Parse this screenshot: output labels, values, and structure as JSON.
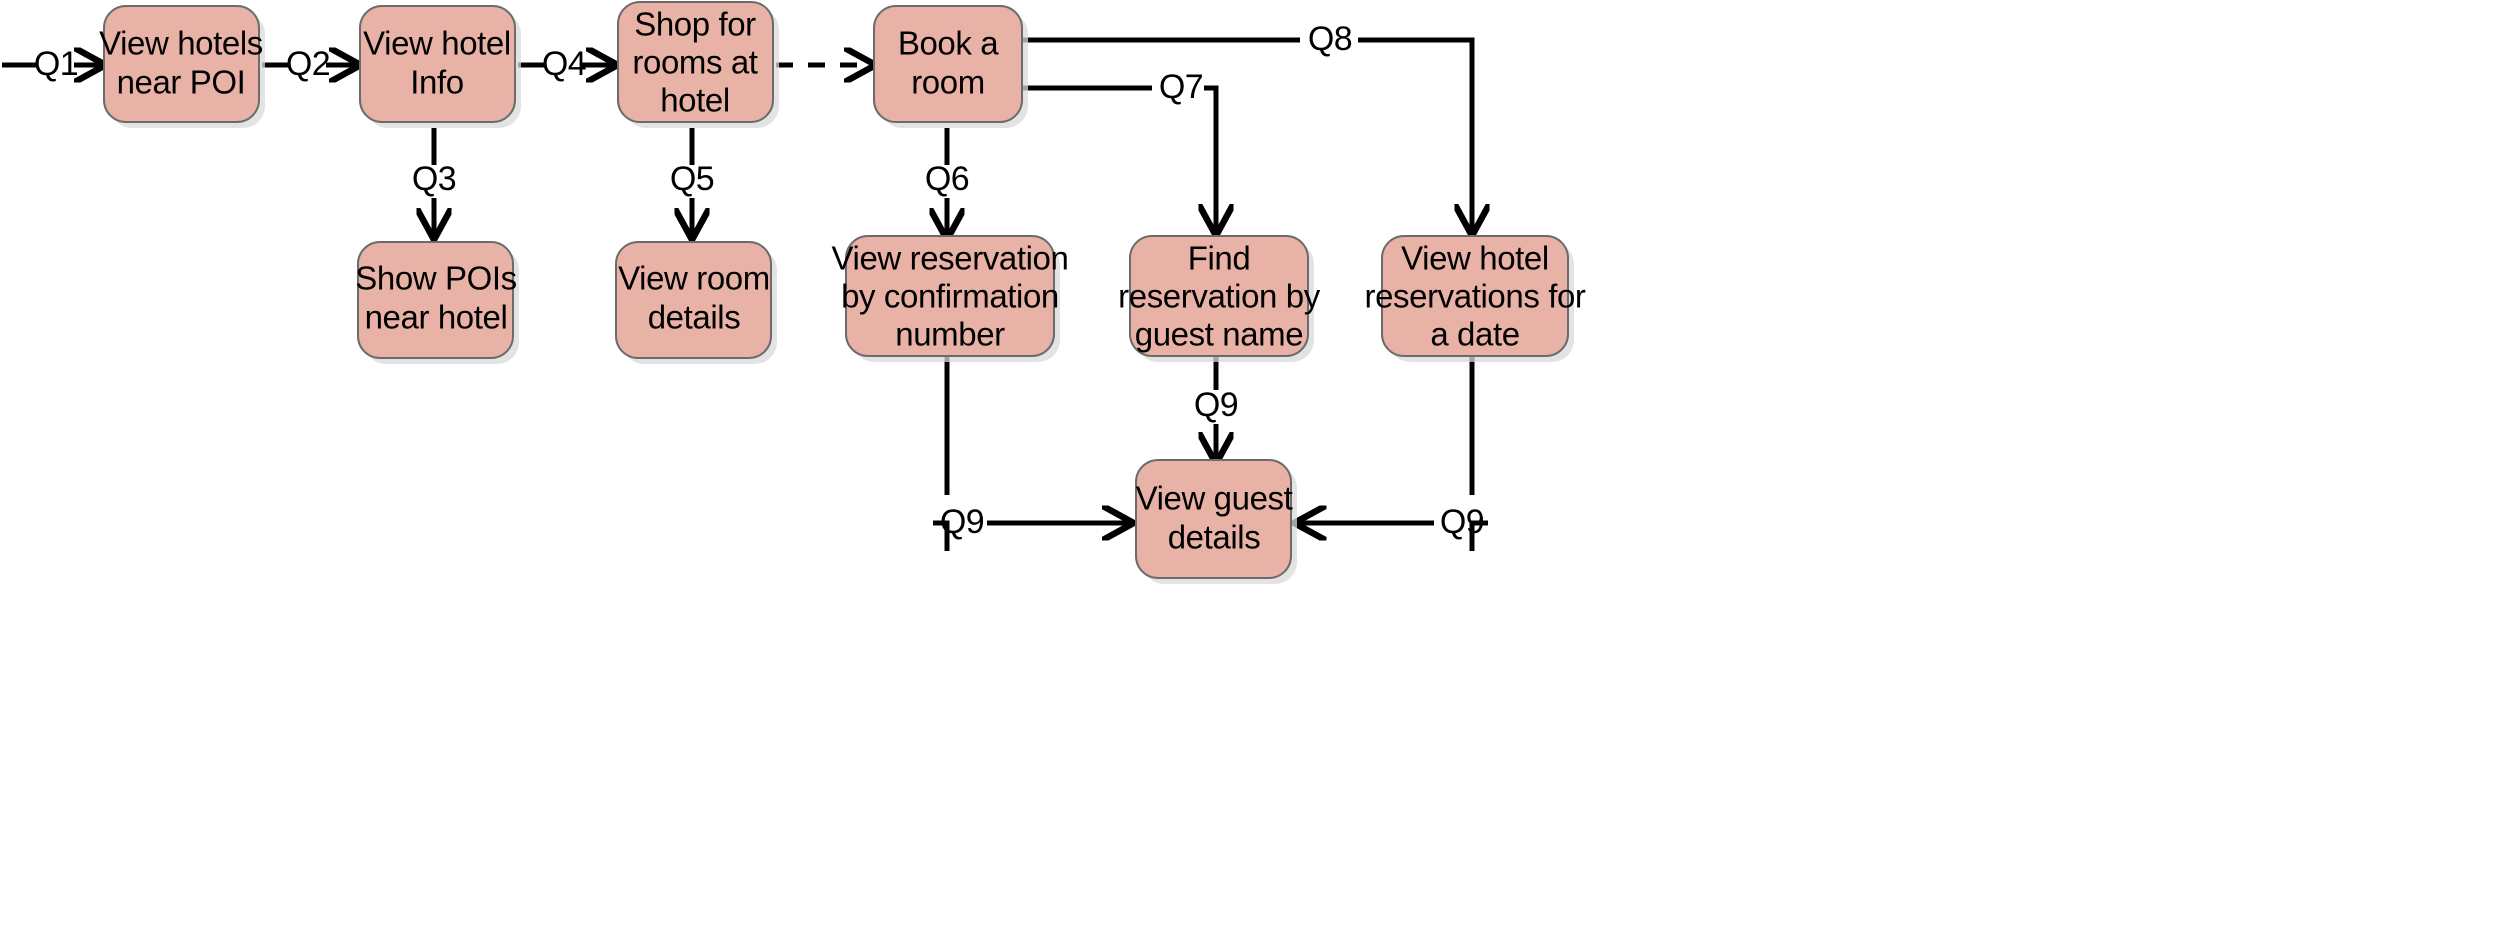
{
  "diagram": {
    "type": "flowchart",
    "title": "",
    "colors": {
      "node_fill": "#e8b3a6",
      "node_stroke": "#6b6b6b",
      "edge": "#000000",
      "background": "#ffffff"
    },
    "nodes": [
      {
        "id": "n1",
        "label_lines": [
          "View hotels",
          "near POI"
        ],
        "label": "View hotels near POI"
      },
      {
        "id": "n2",
        "label_lines": [
          "View hotel",
          "Info"
        ],
        "label": "View hotel Info"
      },
      {
        "id": "n3",
        "label_lines": [
          "Shop for",
          "rooms at",
          "hotel"
        ],
        "label": "Shop for rooms at hotel"
      },
      {
        "id": "n4",
        "label_lines": [
          "Book a",
          "room"
        ],
        "label": "Book a room"
      },
      {
        "id": "n5",
        "label_lines": [
          "Show POIs",
          "near hotel"
        ],
        "label": "Show POIs near hotel"
      },
      {
        "id": "n6",
        "label_lines": [
          "View room",
          "details"
        ],
        "label": "View room details"
      },
      {
        "id": "n7",
        "label_lines": [
          "View reservation",
          "by confirmation",
          "number"
        ],
        "label": "View reservation by confirmation number"
      },
      {
        "id": "n8",
        "label_lines": [
          "Find",
          "reservation by",
          "guest name"
        ],
        "label": "Find reservation by guest name"
      },
      {
        "id": "n9",
        "label_lines": [
          "View hotel",
          "reservations for",
          "a date"
        ],
        "label": "View hotel reservations for a date"
      },
      {
        "id": "n10",
        "label_lines": [
          "View guest",
          "details"
        ],
        "label": "View guest details"
      }
    ],
    "edges": [
      {
        "id": "e1",
        "label": "Q1",
        "from": "start",
        "to": "n1",
        "style": "solid"
      },
      {
        "id": "e2",
        "label": "Q2",
        "from": "n1",
        "to": "n2",
        "style": "solid"
      },
      {
        "id": "e3",
        "label": "Q3",
        "from": "n2",
        "to": "n5",
        "style": "solid"
      },
      {
        "id": "e4",
        "label": "Q4",
        "from": "n2",
        "to": "n3",
        "style": "solid"
      },
      {
        "id": "e5",
        "label": "Q5",
        "from": "n3",
        "to": "n6",
        "style": "solid"
      },
      {
        "id": "e6",
        "label": "",
        "from": "n3",
        "to": "n4",
        "style": "dashed"
      },
      {
        "id": "e7",
        "label": "Q6",
        "from": "n4",
        "to": "n7",
        "style": "solid"
      },
      {
        "id": "e8",
        "label": "Q7",
        "from": "n4",
        "to": "n8",
        "style": "solid"
      },
      {
        "id": "e9",
        "label": "Q8",
        "from": "n4",
        "to": "n9",
        "style": "solid"
      },
      {
        "id": "e10",
        "label": "Q9",
        "from": "n7",
        "to": "n10",
        "style": "solid"
      },
      {
        "id": "e11",
        "label": "Q9",
        "from": "n8",
        "to": "n10",
        "style": "solid"
      },
      {
        "id": "e12",
        "label": "Q9",
        "from": "n9",
        "to": "n10",
        "style": "solid"
      }
    ]
  }
}
